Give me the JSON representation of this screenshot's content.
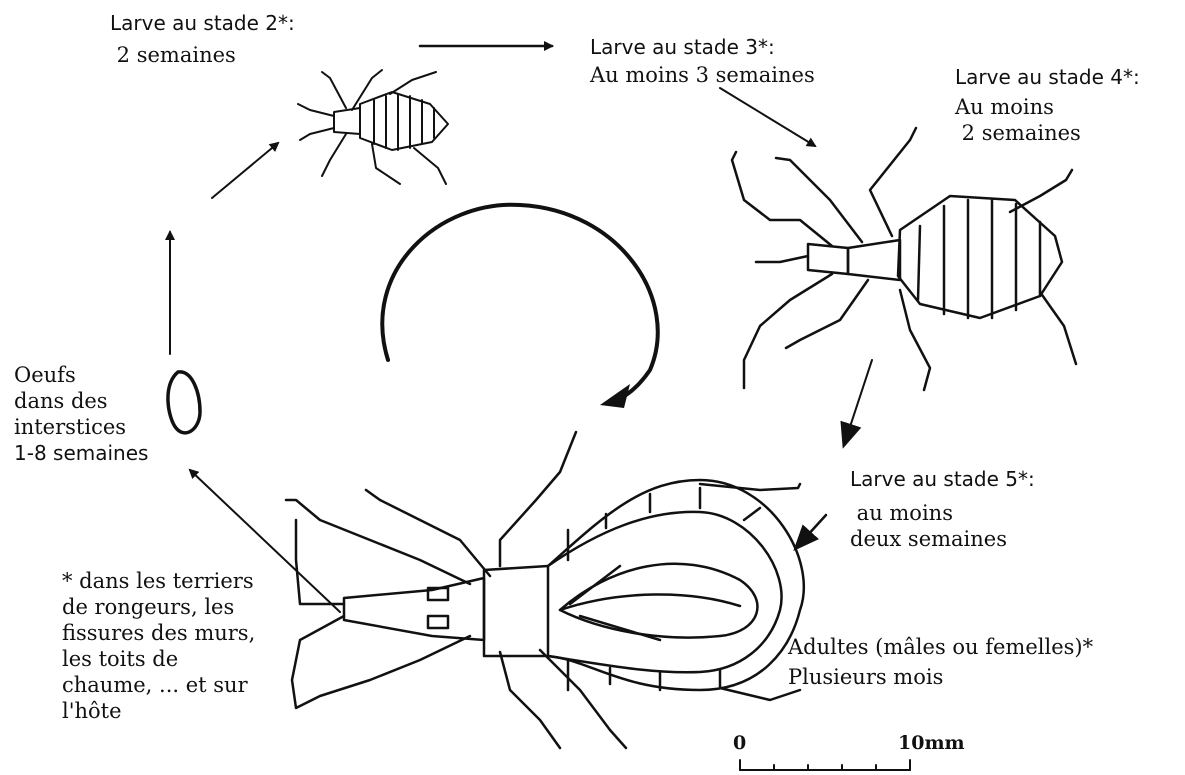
{
  "stages": [
    {
      "id": "stage2",
      "name": "Larve au stade 2*:",
      "duration": " 2 semaines"
    },
    {
      "id": "stage3",
      "name": "Larve au stade 3*:",
      "duration": "Au moins 3 semaines"
    },
    {
      "id": "stage4",
      "name": "Larve au stade 4*:",
      "duration": "Au moins\n 2 semaines"
    },
    {
      "id": "stage5",
      "name": "Larve au stade 5*:",
      "duration": " au moins\ndeux semaines"
    },
    {
      "id": "adult",
      "name": "Adultes (mâles ou femelles)*",
      "duration": "Plusieurs mois"
    },
    {
      "id": "eggs",
      "name": "Oeufs\ndans des\ninterstices",
      "duration": "1-8 semaines"
    }
  ],
  "footnote": "* dans les terriers\nde rongeurs, les\nfissures des murs,\nles toits de\nchaume, ... et sur\nl'hôte",
  "scale_bar": {
    "start_label": "0",
    "end_label": "10mm"
  }
}
